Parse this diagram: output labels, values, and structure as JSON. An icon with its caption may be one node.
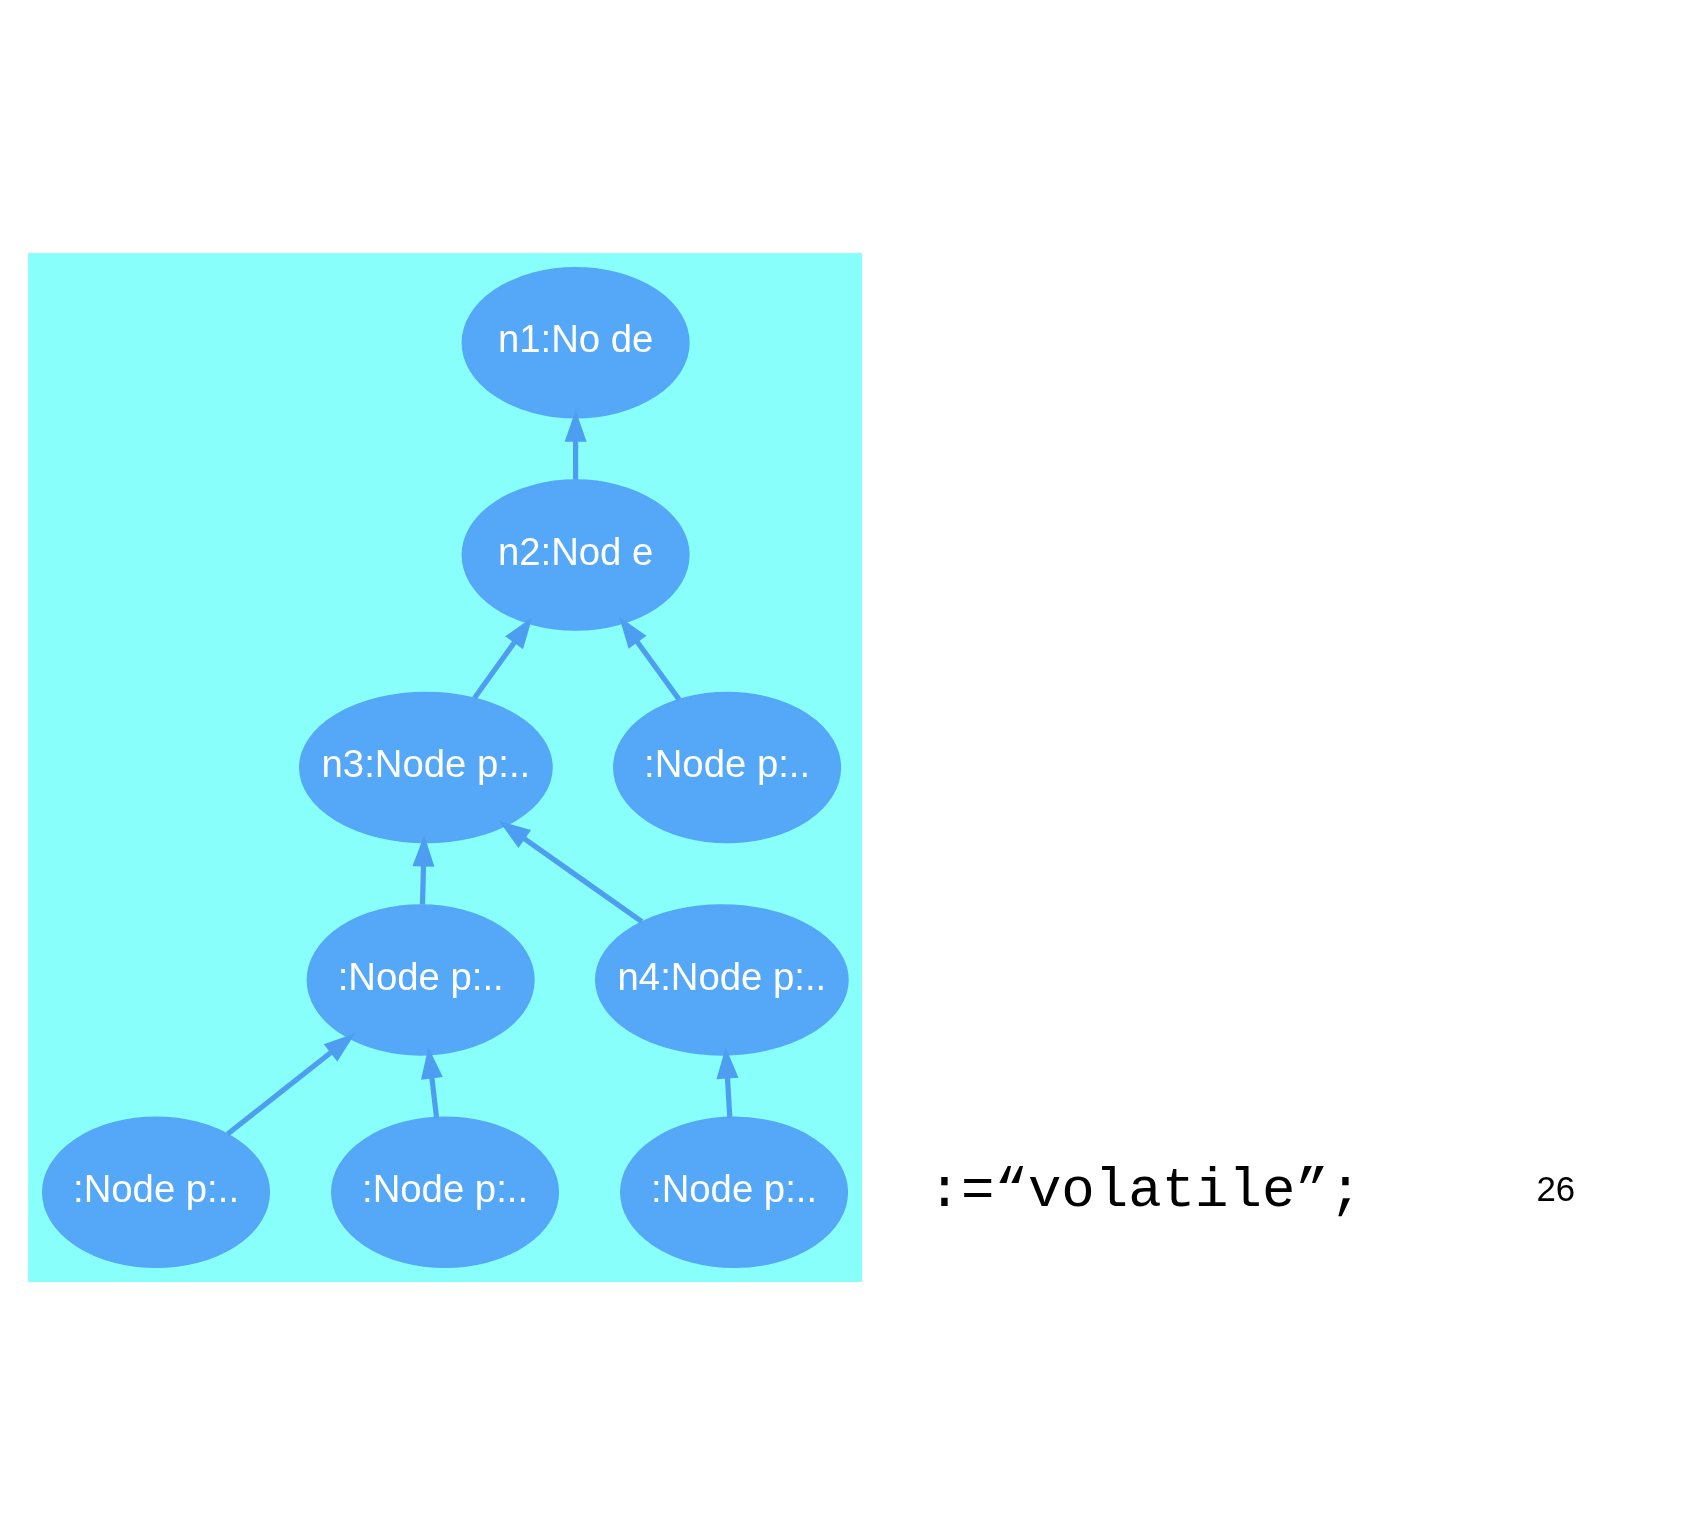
{
  "diagram": {
    "nodes": [
      {
        "text": [],
        "shape": "triangle"
      },
      {
        "text": [
          "n1:No de"
        ],
        "in": 0
      },
      {
        "text": [
          "n2:Nod e"
        ],
        "in": 0
      },
      {
        "text": [
          "n3:Node p:.."
        ],
        "in": 0
      },
      {
        "text": [
          ":Node p:.."
        ],
        "in": 0
      },
      {
        "text": [
          "n4:Node p:.."
        ],
        "in": 0
      },
      {
        "text": [
          ":Node p:.."
        ],
        "in": 0
      },
      {
        "text": [
          ":Node p:.."
        ],
        "in": 0
      },
      {
        "text": [
          ":Node p:.."
        ],
        "in": 0
      },
      {
        "text": [
          ":Node p:.."
        ],
        "in": 0
      }
    ],
    "edges": [
      {
        "from": 2,
        "to": 1,
        "arrow": "to"
      },
      {
        "from": 3,
        "to": 2,
        "arrow": "to"
      },
      {
        "from": 4,
        "to": 2,
        "arrow": "to"
      },
      {
        "from": 5,
        "to": 3,
        "arrow": "to"
      },
      {
        "from": 6,
        "to": 3,
        "arrow": "to"
      },
      {
        "from": 7,
        "to": 5,
        "arrow": "to"
      },
      {
        "from": 8,
        "to": 6,
        "arrow": "to"
      },
      {
        "from": 9,
        "to": 6,
        "arrow": "to"
      }
    ],
    "labels": [
      ":=“volatile”;",
      "26"
    ]
  }
}
